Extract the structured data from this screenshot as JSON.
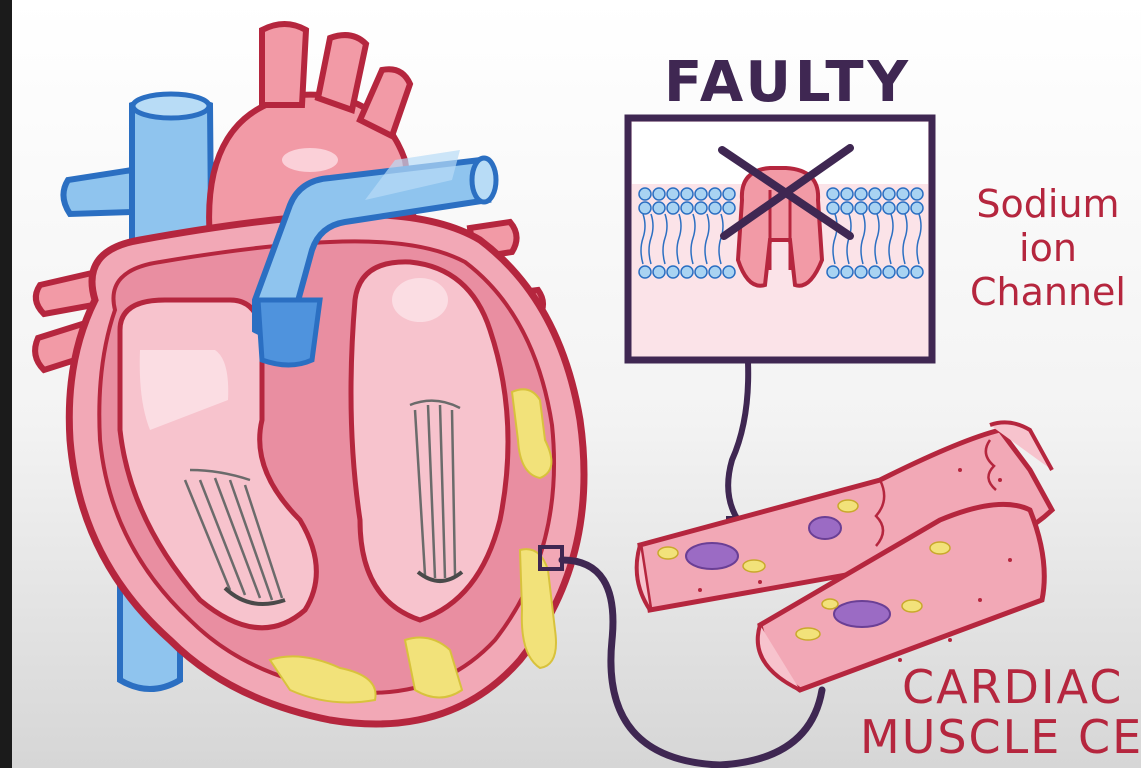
{
  "labels": {
    "faulty": "FAULTY",
    "sodium_line1": "Sodium",
    "sodium_line2": "ion",
    "sodium_line3": "Channel",
    "cardiac_line1": "CARDIAC",
    "cardiac_line2": "MUSCLE CEL"
  },
  "colors": {
    "background_top": "#ffffff",
    "background_bottom": "#d9d9d9",
    "frame": "#1b1b1b",
    "heart_fill": "#f2a8b6",
    "heart_outline": "#b5263e",
    "vessel_blue": "#8fc4ee",
    "vessel_outline": "#2b6fc2",
    "fat_yellow": "#f2e27a",
    "connector": "#3f2752",
    "label_red": "#b5263e"
  }
}
